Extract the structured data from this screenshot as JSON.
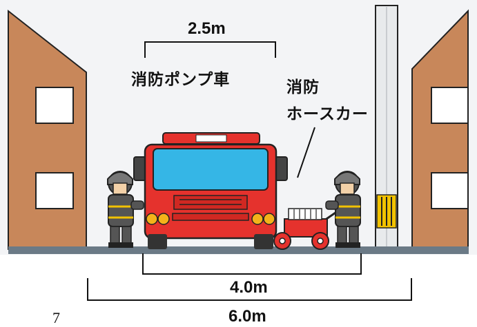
{
  "diagram": {
    "labels": {
      "pump_truck": "消防ポンプ車",
      "hose_car_line1": "消防",
      "hose_car_line2": "ホースカー",
      "width_truck": "2.5m",
      "width_clear": "4.0m",
      "width_road": "6.0m"
    },
    "page_number": "7",
    "colors": {
      "building": "#c8875a",
      "truck": "#e5322d",
      "windshield": "#35b6e6",
      "road": "#6b7a86",
      "sky": "#f3f4f6"
    }
  }
}
